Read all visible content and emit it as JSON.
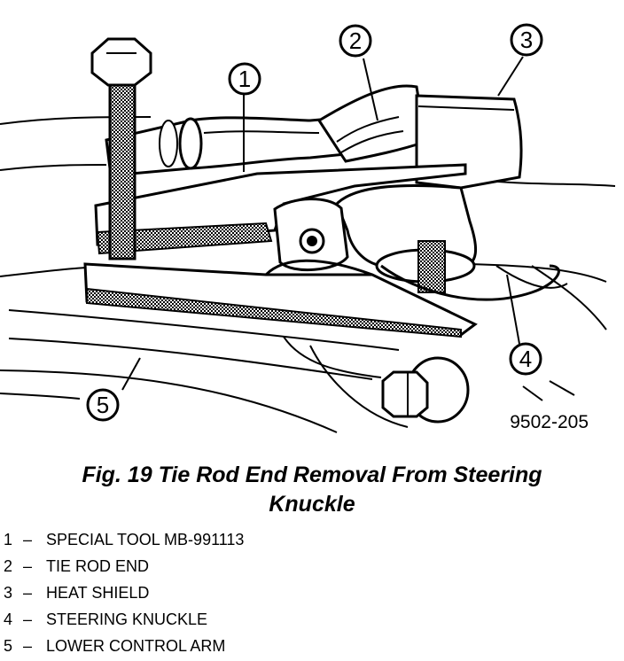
{
  "figure": {
    "callouts": [
      {
        "number": "1"
      },
      {
        "number": "2"
      },
      {
        "number": "3"
      },
      {
        "number": "4"
      },
      {
        "number": "5"
      }
    ],
    "figure_code": "9502-205"
  },
  "caption": {
    "line1": "Fig. 19 Tie Rod End Removal From Steering",
    "line2": "Knuckle"
  },
  "legend": [
    {
      "number": "1",
      "separator": "–",
      "label": "SPECIAL TOOL MB-991113"
    },
    {
      "number": "2",
      "separator": "–",
      "label": "TIE ROD END"
    },
    {
      "number": "3",
      "separator": "–",
      "label": "HEAT SHIELD"
    },
    {
      "number": "4",
      "separator": "–",
      "label": "STEERING KNUCKLE"
    },
    {
      "number": "5",
      "separator": "–",
      "label": "LOWER CONTROL ARM"
    }
  ]
}
